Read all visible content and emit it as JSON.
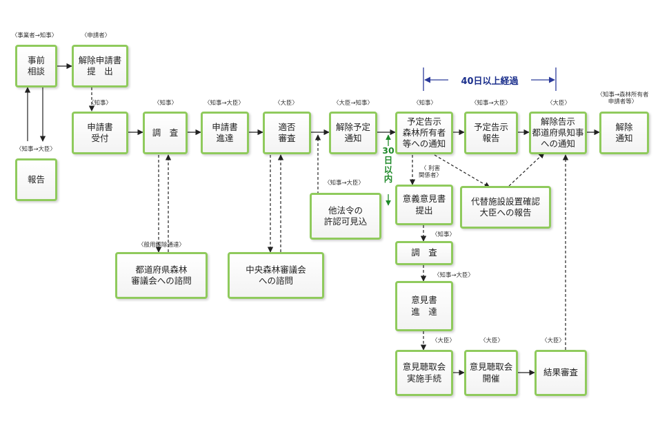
{
  "boxes": {
    "jizen_soudan": "事前\n相談",
    "houkoku": "報告",
    "kaijo_shinseisho": "解除申請書\n提　出",
    "shinseisho_uketsuke": "申請書\n受付",
    "chousa1": "調　査",
    "shinseisho_shintatsu": "申請書\n進達",
    "tekihi_shinsa": "適否\n審査",
    "kaijo_yotei_tsuchi": "解除予定\n通知",
    "yotei_kokuji_tsuchi": "予定告示\n森林所有者\n等への通知",
    "yotei_kokuji_houkoku": "予定告示\n報告",
    "kaijo_kokuji_tsuchi": "解除告示\n都道府県知事\nへの通知",
    "kaijo_tsuchi": "解除\n通知",
    "iken_ikensho": "意義意見書\n提出",
    "daitai_shisetsu": "代替施設設置確認\n大臣への報告",
    "tahourei": "他法令の\n許認可見込",
    "chousa2": "調　査",
    "ikensho_shintatsu": "意見書\n進　達",
    "iken_choushu_tetsuzuki": "意見聴取会\n実施手続",
    "iken_choushu_kaisai": "意見聴取会\n開催",
    "kekka_shinsa": "結果審査",
    "todoufuken_shimon": "都道府県森林\n審議会への諮問",
    "chuou_shimon": "中央森林審議会\nへの諮問"
  },
  "roles": {
    "r_jizen": "〈事業者→知事〉",
    "r_shinseisha": "〈申請者〉",
    "r_houkoku": "〈知事→大臣〉",
    "r_uketsuke": "〈知事〉",
    "r_chousa1": "〈知事〉",
    "r_shintatsu": "〈知事→大臣〉",
    "r_tekihi": "〈大臣〉",
    "r_yotei": "〈大臣→知事〉",
    "r_kokuji": "〈知事〉",
    "r_kokuji_houkoku": "〈知事→大臣〉",
    "r_kaijo_kokuji": "〈大臣〉",
    "r_kaijo_tsuchi": "〈知事→森林所有者\n申請者等〉",
    "r_tahourei": "〈知事→大臣〉",
    "r_rigai": "〈 利害\n関係者〉",
    "r_chousa2": "〈知事〉",
    "r_ikensho_shintatsu": "〈知事→大臣〉",
    "r_choushu_tetsuzuki": "〈大臣〉",
    "r_choushu_kaisai": "〈大臣〉",
    "r_kekka": "〈大臣〉",
    "r_hanyou": "〈般用解除通達〉"
  },
  "notes": {
    "forty_days": "40日以上経過",
    "thirty_days": "30\n日\n以\n内"
  },
  "colors": {
    "box_border": "#8fca5c",
    "banner_text": "#1b2f8c",
    "banner_arrow": "#2b3a99",
    "green_note": "#1f8a2a"
  }
}
